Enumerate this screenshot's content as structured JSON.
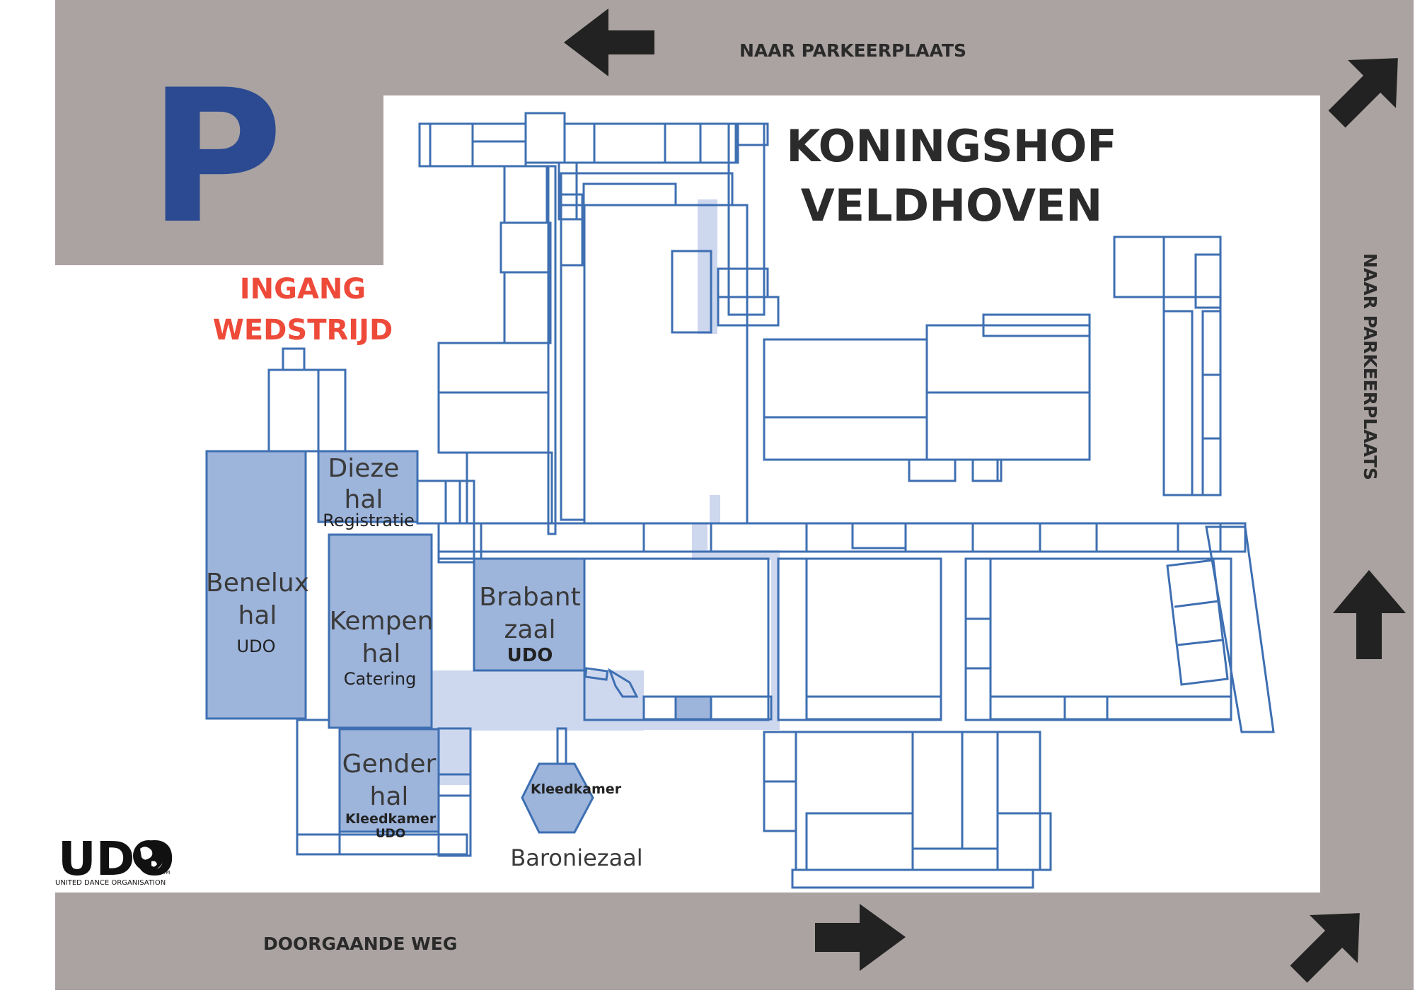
{
  "title": {
    "line1": "KONINGSHOF",
    "line2": "VELDHOVEN"
  },
  "parking": {
    "symbol": "P",
    "color": "#2b4a91"
  },
  "entrance": {
    "line1": "INGANG",
    "line2": "WEDSTRIJD",
    "color": "#ee4a3a"
  },
  "roads": {
    "top": "NAAR PARKEERPLAATS",
    "right": "NAAR PARKEERPLAATS",
    "bottom": "DOORGAANDE WEG",
    "color": "#aaa3a1"
  },
  "halls": {
    "benelux": {
      "line1": "Benelux",
      "line2": "hal",
      "note": "UDO"
    },
    "dieze": {
      "line1": "Dieze",
      "line2": "hal",
      "note": "Registratie"
    },
    "kempen": {
      "line1": "Kempen",
      "line2": "hal",
      "note": "Catering"
    },
    "brabant": {
      "line1": "Brabant",
      "line2": "zaal",
      "note": "UDO"
    },
    "gender": {
      "line1": "Gender",
      "line2": "hal",
      "note1": "Kleedkamer",
      "note2": "UDO"
    },
    "baronie": {
      "label": "Baroniezaal",
      "note": "Kleedkamer"
    }
  },
  "logo": {
    "text": "UDO",
    "tm": "TM",
    "subtitle": "UNITED DANCE ORGANISATION"
  },
  "icons": {
    "arrows": [
      "arrow-left-icon",
      "arrow-up-right-icon",
      "arrow-up-icon",
      "arrow-right-icon",
      "arrow-up-right-icon"
    ],
    "globe": "globe-icon"
  },
  "colors": {
    "hall_fill": "#9db4db",
    "wall_stroke": "#3e6fb2",
    "corridor_fill": "#cdd7ee"
  }
}
